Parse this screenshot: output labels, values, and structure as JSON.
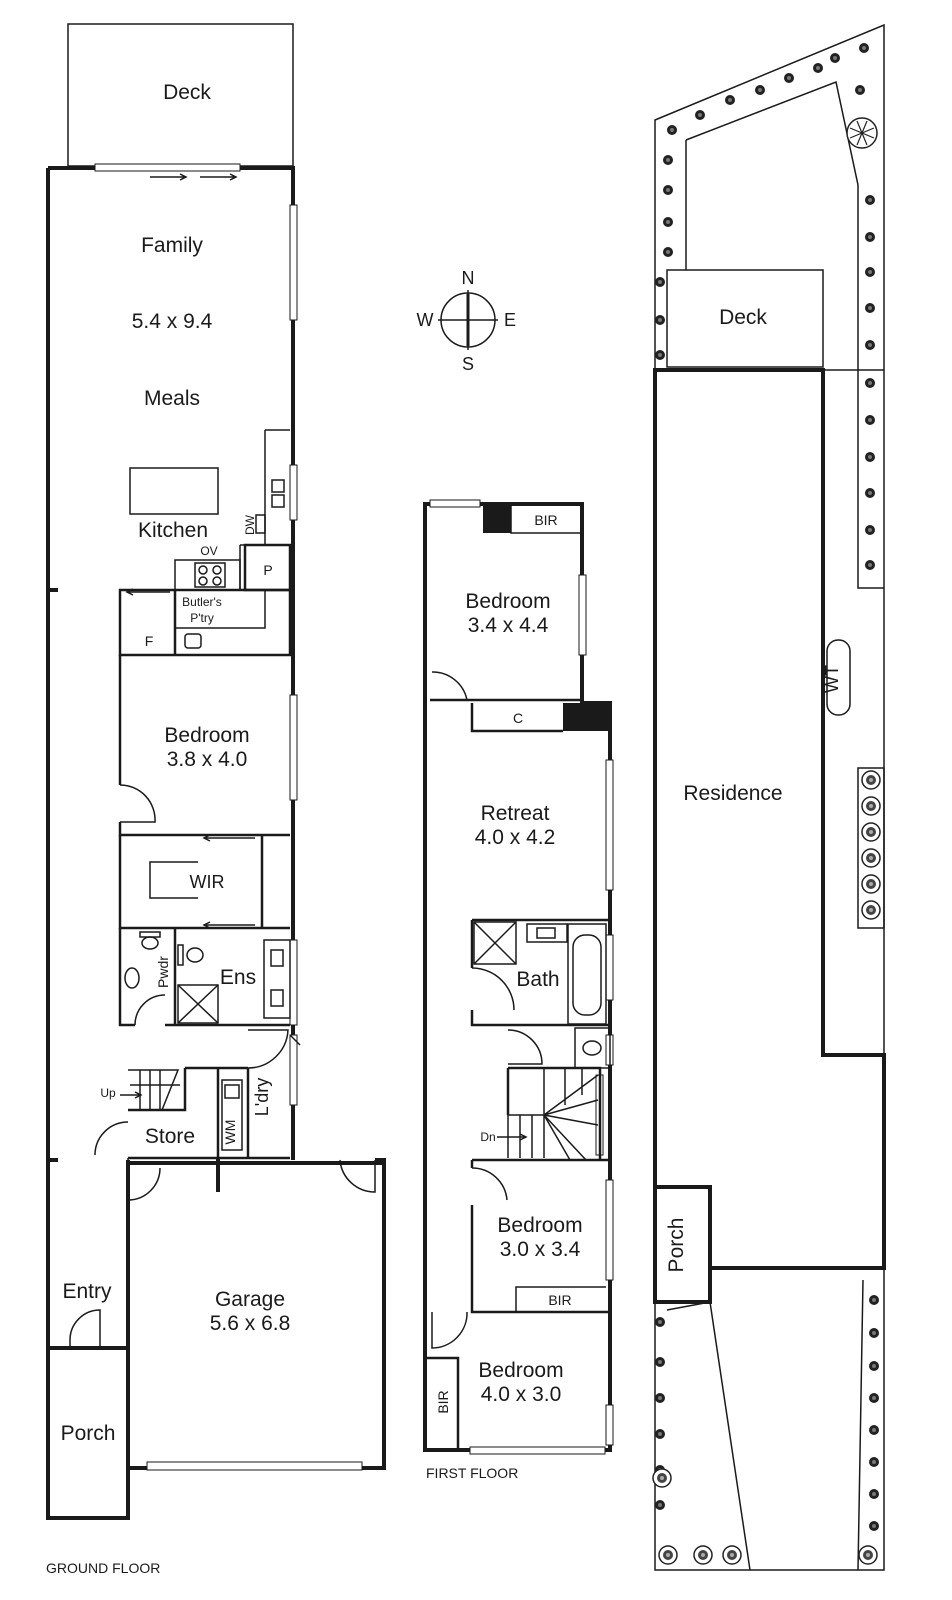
{
  "ground_floor": {
    "caption": "GROUND FLOOR",
    "rooms": {
      "deck": "Deck",
      "family": "Family",
      "family_size": "5.4 x 9.4",
      "meals": "Meals",
      "kitchen": "Kitchen",
      "ov": "OV",
      "dw": "DW",
      "pantry": "P",
      "butlers_pantry_1": "Butler's",
      "butlers_pantry_2": "P'try",
      "fridge": "F",
      "bedroom": "Bedroom",
      "bedroom_size": "3.8 x 4.0",
      "wir": "WIR",
      "pwdr": "Pwdr",
      "ens": "Ens",
      "up": "Up",
      "store": "Store",
      "wm": "WM",
      "ldry": "L'dry",
      "garage": "Garage",
      "garage_size": "5.6 x 6.8",
      "entry": "Entry",
      "porch": "Porch"
    }
  },
  "compass": {
    "n": "N",
    "s": "S",
    "e": "E",
    "w": "W"
  },
  "first_floor": {
    "caption": "FIRST FLOOR",
    "rooms": {
      "bir1": "BIR",
      "bedroom1": "Bedroom",
      "bedroom1_size": "3.4 x 4.4",
      "c": "C",
      "retreat": "Retreat",
      "retreat_size": "4.0 x 4.2",
      "bath": "Bath",
      "dn": "Dn",
      "bedroom2": "Bedroom",
      "bedroom2_size": "3.0 x 3.4",
      "bir2": "BIR",
      "bedroom3": "Bedroom",
      "bedroom3_size": "4.0 x 3.0",
      "bir3": "BIR"
    }
  },
  "site_plan": {
    "deck": "Deck",
    "residence": "Residence",
    "wt": "WT",
    "porch": "Porch"
  }
}
